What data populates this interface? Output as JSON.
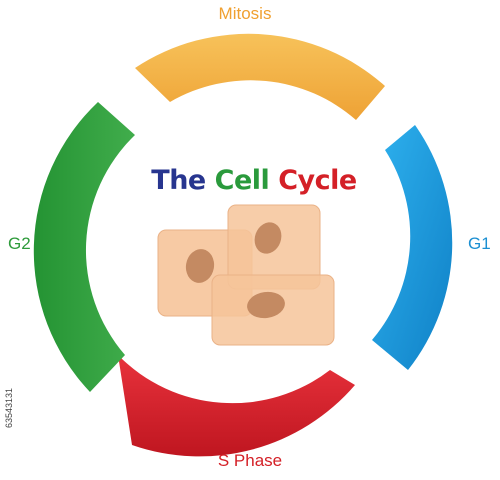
{
  "title": {
    "word1": "The",
    "word2": "Cell",
    "word3": "Cycle",
    "color1": "#27358f",
    "color2": "#2a9a3c",
    "color3": "#d42027"
  },
  "phases": {
    "mitosis": {
      "label": "Mitosis",
      "color": "#f2ac3c",
      "label_color": "#f0a030"
    },
    "g1": {
      "label": "G1",
      "color": "#1796d8",
      "label_color": "#1b8fd2"
    },
    "s": {
      "label": "S Phase",
      "color": "#d61f2a",
      "label_color": "#d42027"
    },
    "g2": {
      "label": "G2",
      "color": "#2f9d3e",
      "label_color": "#2e9b3b"
    }
  },
  "cells": {
    "fill": "#f6c49a",
    "nucleus": "#c48a62"
  },
  "stock_id": "63543131"
}
